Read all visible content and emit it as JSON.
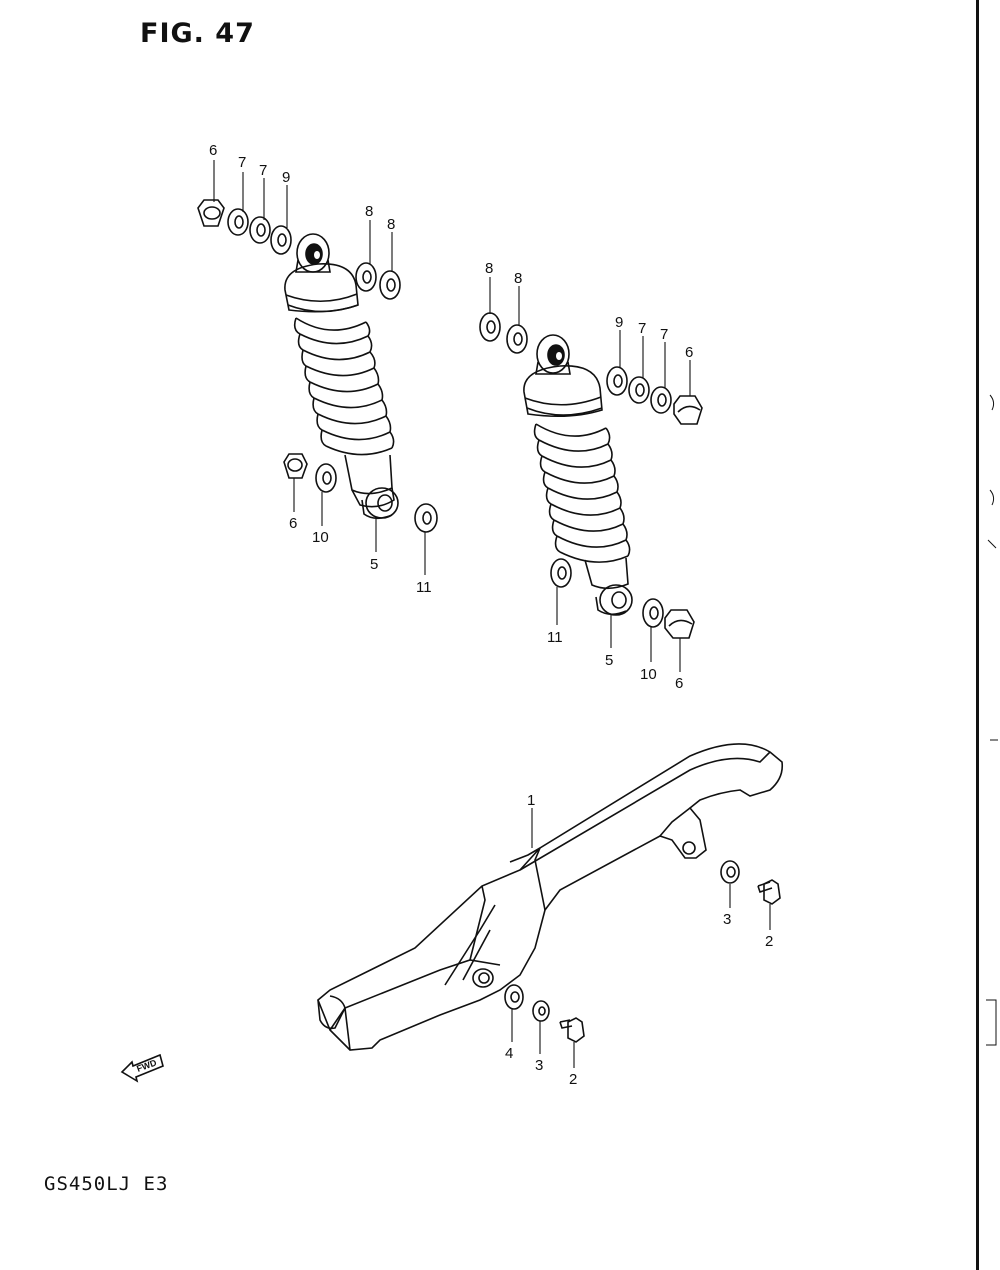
{
  "figure": {
    "title": "FIG. 47",
    "model_code": "GS450LJ  E3"
  },
  "fwd_arrow": {
    "label": "FWD",
    "icon": "fwd-arrow-icon"
  },
  "callouts": [
    {
      "id": "c1",
      "text": "6"
    },
    {
      "id": "c2",
      "text": "7"
    },
    {
      "id": "c3",
      "text": "7"
    },
    {
      "id": "c4",
      "text": "9"
    },
    {
      "id": "c5",
      "text": "8"
    },
    {
      "id": "c6",
      "text": "8"
    },
    {
      "id": "c7",
      "text": "6"
    },
    {
      "id": "c8",
      "text": "10"
    },
    {
      "id": "c9",
      "text": "5"
    },
    {
      "id": "c10",
      "text": "11"
    },
    {
      "id": "c11",
      "text": "8"
    },
    {
      "id": "c12",
      "text": "8"
    },
    {
      "id": "c13",
      "text": "9"
    },
    {
      "id": "c14",
      "text": "7"
    },
    {
      "id": "c15",
      "text": "7"
    },
    {
      "id": "c16",
      "text": "6"
    },
    {
      "id": "c17",
      "text": "11"
    },
    {
      "id": "c18",
      "text": "5"
    },
    {
      "id": "c19",
      "text": "10"
    },
    {
      "id": "c20",
      "text": "6"
    },
    {
      "id": "c21",
      "text": "1"
    },
    {
      "id": "c22",
      "text": "3"
    },
    {
      "id": "c23",
      "text": "2"
    },
    {
      "id": "c24",
      "text": "4"
    },
    {
      "id": "c25",
      "text": "3"
    },
    {
      "id": "c26",
      "text": "2"
    }
  ]
}
